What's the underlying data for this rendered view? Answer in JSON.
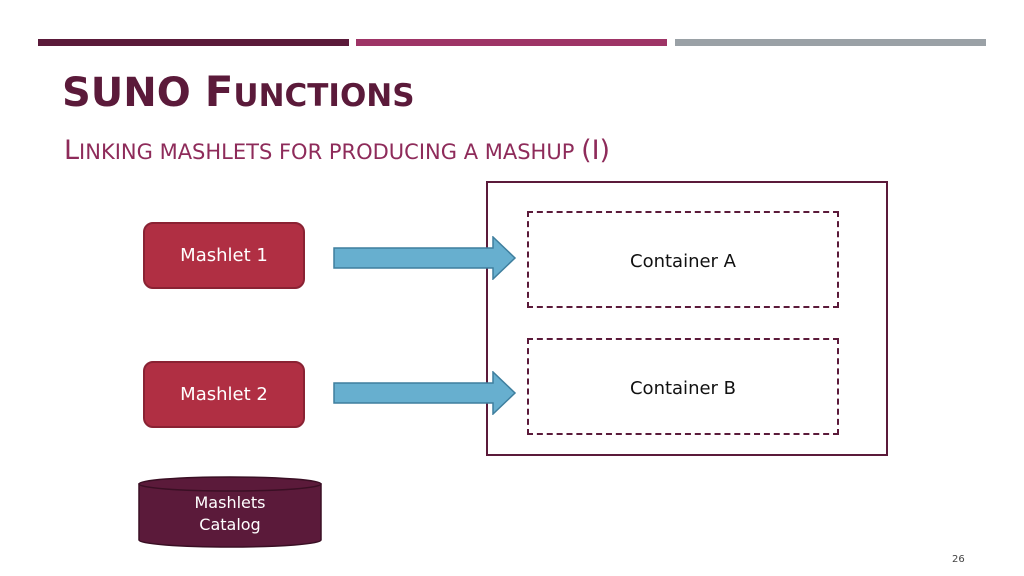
{
  "slide": {
    "title_first": "SUNO ",
    "title_cap": "F",
    "title_rest": "UNCTIONS",
    "subtitle_cap": "L",
    "subtitle_rest": "INKING MASHLETS FOR PRODUCING A MASHUP ",
    "subtitle_suffix": "(I)",
    "page_number": "26"
  },
  "diagram": {
    "mashlet_1": "Mashlet 1",
    "mashlet_2": "Mashlet 2",
    "container_a": "Container A",
    "container_b": "Container B",
    "catalog_line_1": "Mashlets",
    "catalog_line_2": "Catalog"
  },
  "colors": {
    "bar_1": "#5b1a3a",
    "bar_2": "#9e3466",
    "bar_3": "#9aa1a6",
    "title": "#5b1a3a",
    "subtitle": "#8e2b5a",
    "mashlet_fill": "#b02f43",
    "arrow_fill": "#67afcf",
    "arrow_stroke": "#3f7f9e",
    "catalog_fill": "#5b1a3a"
  },
  "icons": {
    "arrow": "right-arrow-icon",
    "catalog": "database-cylinder-icon"
  }
}
